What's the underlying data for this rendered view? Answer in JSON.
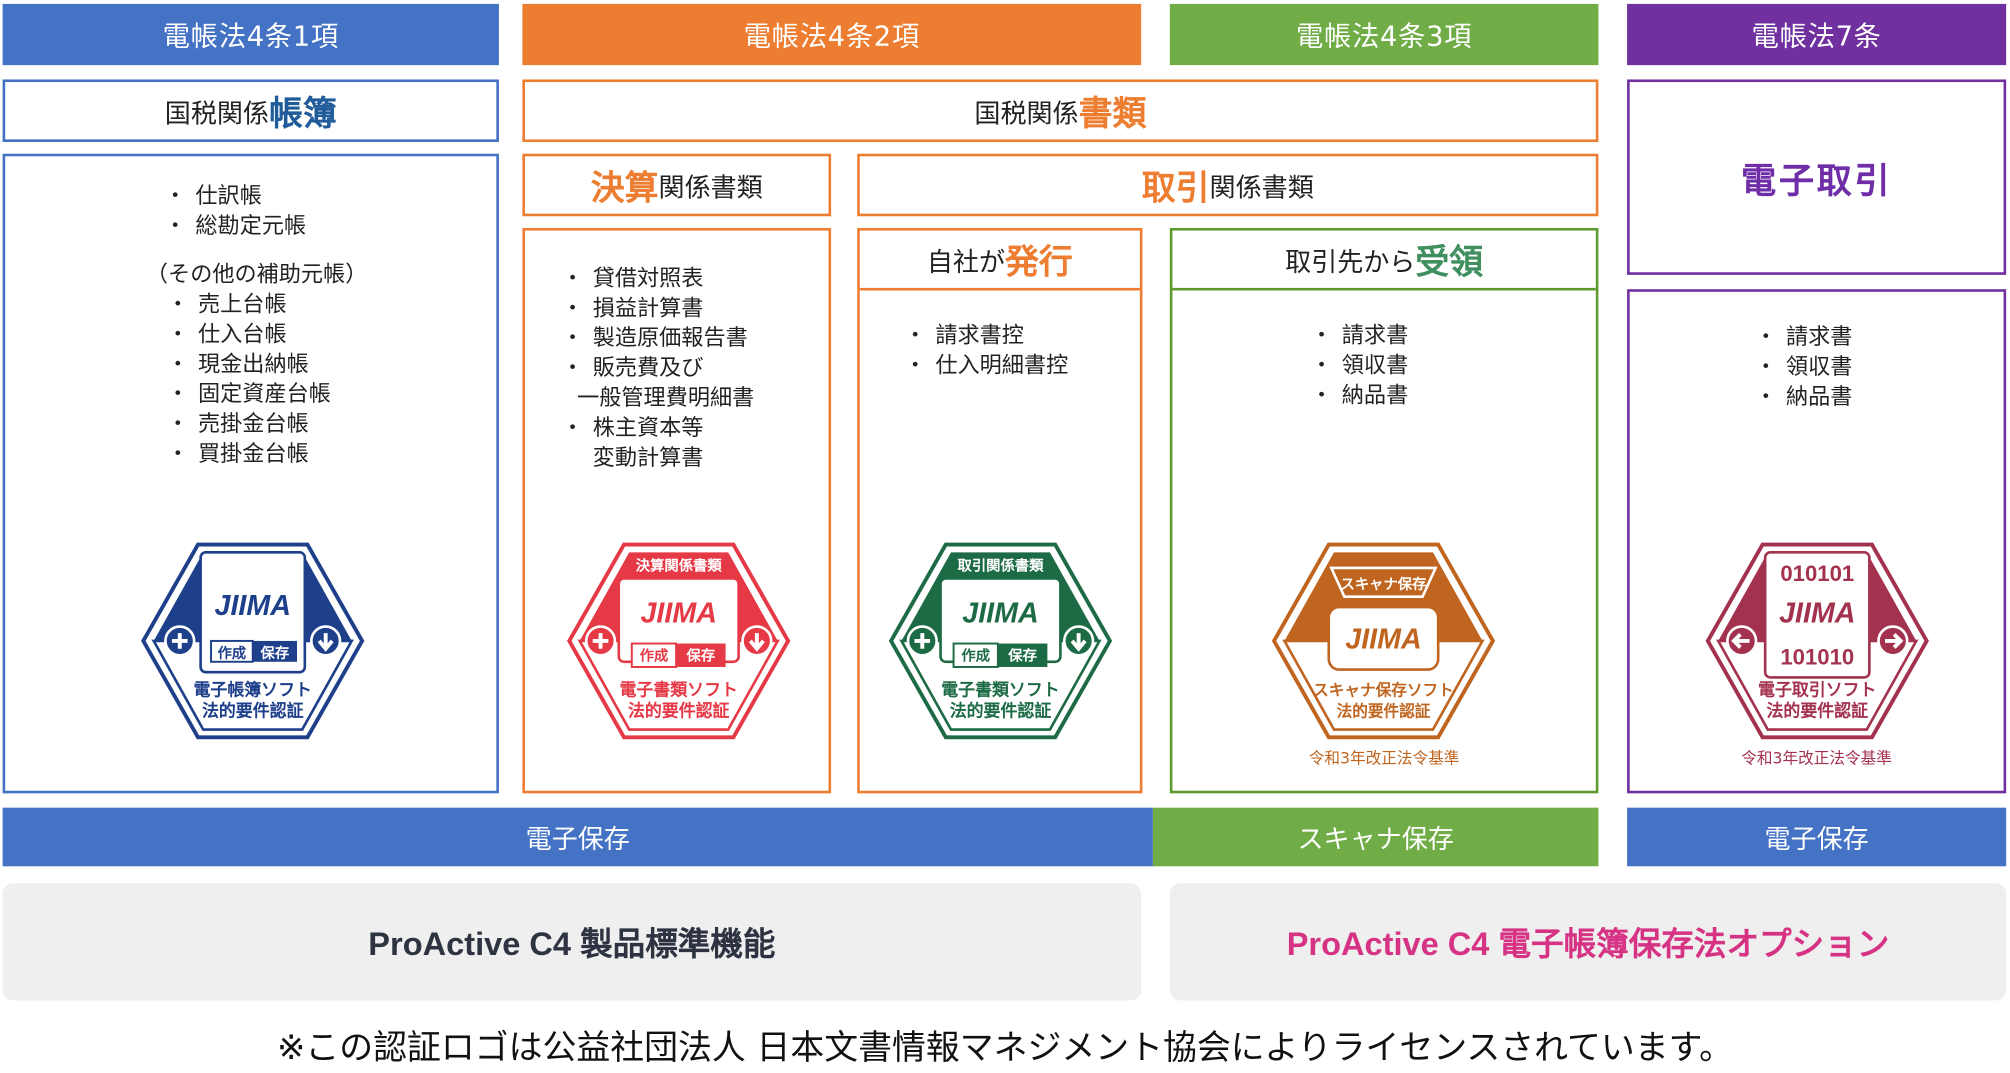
{
  "colors": {
    "blue": "#4472c4",
    "orange": "#ed7d31",
    "green": "#70ad47",
    "green_border": "#5f9a2e",
    "purple": "#7030a0",
    "text_highlight_blue": "#1f5c99",
    "text_highlight_orange": "#ed7d31",
    "text_highlight_green": "#3f8f5f",
    "text_highlight_purple": "#6f2da8",
    "option_pink": "#d63384",
    "gray_panel": "#efefef"
  },
  "headers": [
    {
      "label": "電帳法4条1項",
      "color": "#4472c4"
    },
    {
      "label": "電帳法4条2項",
      "color": "#ed7d31"
    },
    {
      "label": "電帳法4条3項",
      "color": "#70ad47"
    },
    {
      "label": "電帳法7条",
      "color": "#7030a0"
    }
  ],
  "categories": {
    "books": {
      "prefix": "国税関係",
      "highlight": "帳簿"
    },
    "documents": {
      "prefix": "国税関係",
      "highlight": "書類"
    },
    "electronic_transactions": {
      "label": "電子取引"
    }
  },
  "books_column": {
    "items_main": [
      "仕訳帳",
      "総勘定元帳"
    ],
    "sub_heading": "（その他の補助元帳）",
    "items_sub": [
      "売上台帳",
      "仕入台帳",
      "現金出納帳",
      "固定資産台帳",
      "売掛金台帳",
      "買掛金台帳"
    ],
    "logo": {
      "brand": "JIIMA",
      "tag_left": "作成",
      "tag_right": "保存",
      "caption_line1": "電子帳簿ソフト",
      "caption_line2": "法的要件認証",
      "color": "#1e3f8a",
      "left_icon": "plus-icon",
      "right_icon": "arrow-down-icon"
    }
  },
  "settlement_column": {
    "heading_highlight": "決算",
    "heading_suffix": "関係書類",
    "items": [
      "貸借対照表",
      "損益計算書",
      "製造原価報告書",
      "販売費及び",
      "一般管理費明細書",
      "株主資本等",
      "変動計算書"
    ],
    "logo": {
      "top_label": "決算関係書類",
      "brand": "JIIMA",
      "tag_left": "作成",
      "tag_right": "保存",
      "caption_line1": "電子書類ソフト",
      "caption_line2": "法的要件認証",
      "color": "#e63946"
    }
  },
  "transaction_group": {
    "heading_highlight": "取引",
    "heading_suffix": "関係書類"
  },
  "issued_column": {
    "heading_prefix": "自社が",
    "heading_highlight": "発行",
    "items": [
      "請求書控",
      "仕入明細書控"
    ],
    "logo": {
      "top_label": "取引関係書類",
      "brand": "JIIMA",
      "tag_left": "作成",
      "tag_right": "保存",
      "caption_line1": "電子書類ソフト",
      "caption_line2": "法的要件認証",
      "color": "#1d6b45"
    }
  },
  "received_column": {
    "heading_prefix": "取引先から",
    "heading_highlight": "受領",
    "items": [
      "請求書",
      "領収書",
      "納品書"
    ],
    "logo": {
      "top_label": "スキャナ保存",
      "brand": "JIIMA",
      "caption_line1": "スキャナ保存ソフト",
      "caption_line2": "法的要件認証",
      "color": "#c0651f",
      "note": "令和3年改正法令基準"
    }
  },
  "electronic_column": {
    "items": [
      "請求書",
      "領収書",
      "納品書"
    ],
    "logo": {
      "binary_top": "010101",
      "brand": "JIIMA",
      "binary_bottom": "101010",
      "caption_line1": "電子取引ソフト",
      "caption_line2": "法的要件認証",
      "color": "#a3324f",
      "left_icon": "arrow-left-icon",
      "right_icon": "arrow-right-icon",
      "note": "令和3年改正法令基準"
    }
  },
  "storage_bars": [
    {
      "label": "電子保存",
      "color": "#4472c4"
    },
    {
      "label": "スキャナ保存",
      "color": "#70ad47"
    },
    {
      "label": "電子保存",
      "color": "#4472c4"
    }
  ],
  "products": [
    {
      "label": "ProActive C4 製品標準機能",
      "color": "#2d3340"
    },
    {
      "label": "ProActive C4 電子帳簿保存法オプション",
      "color": "#d63384"
    }
  ],
  "footnote": "※この認証ロゴは公益社団法人 日本文書情報マネジメント協会によりライセンスされています。"
}
